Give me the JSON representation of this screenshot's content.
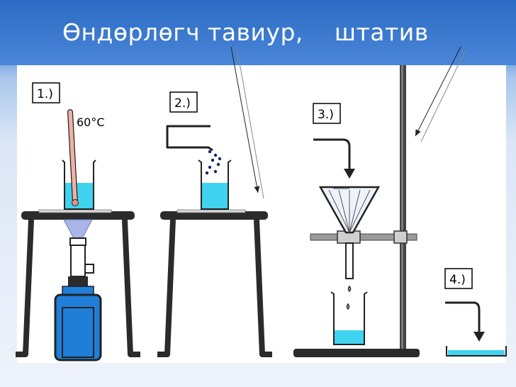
{
  "slide": {
    "title": "Өндөрлөгч тавиур,    штатив"
  },
  "steps": [
    {
      "label": "1.)"
    },
    {
      "label": "2.)"
    },
    {
      "label": "3.)"
    },
    {
      "label": "4.)"
    }
  ],
  "thermometer": {
    "reading": "60°C"
  },
  "colors": {
    "header": "#3a78cf",
    "liquid": "#3fd3f0",
    "burner": "#1f7fd8",
    "equipment": "#2b2b2b"
  },
  "icons": [
    "pointer-arrow",
    "down-arrow",
    "beaker",
    "funnel",
    "thermometer",
    "gas-burner",
    "tripod-stand",
    "retort-stand"
  ]
}
